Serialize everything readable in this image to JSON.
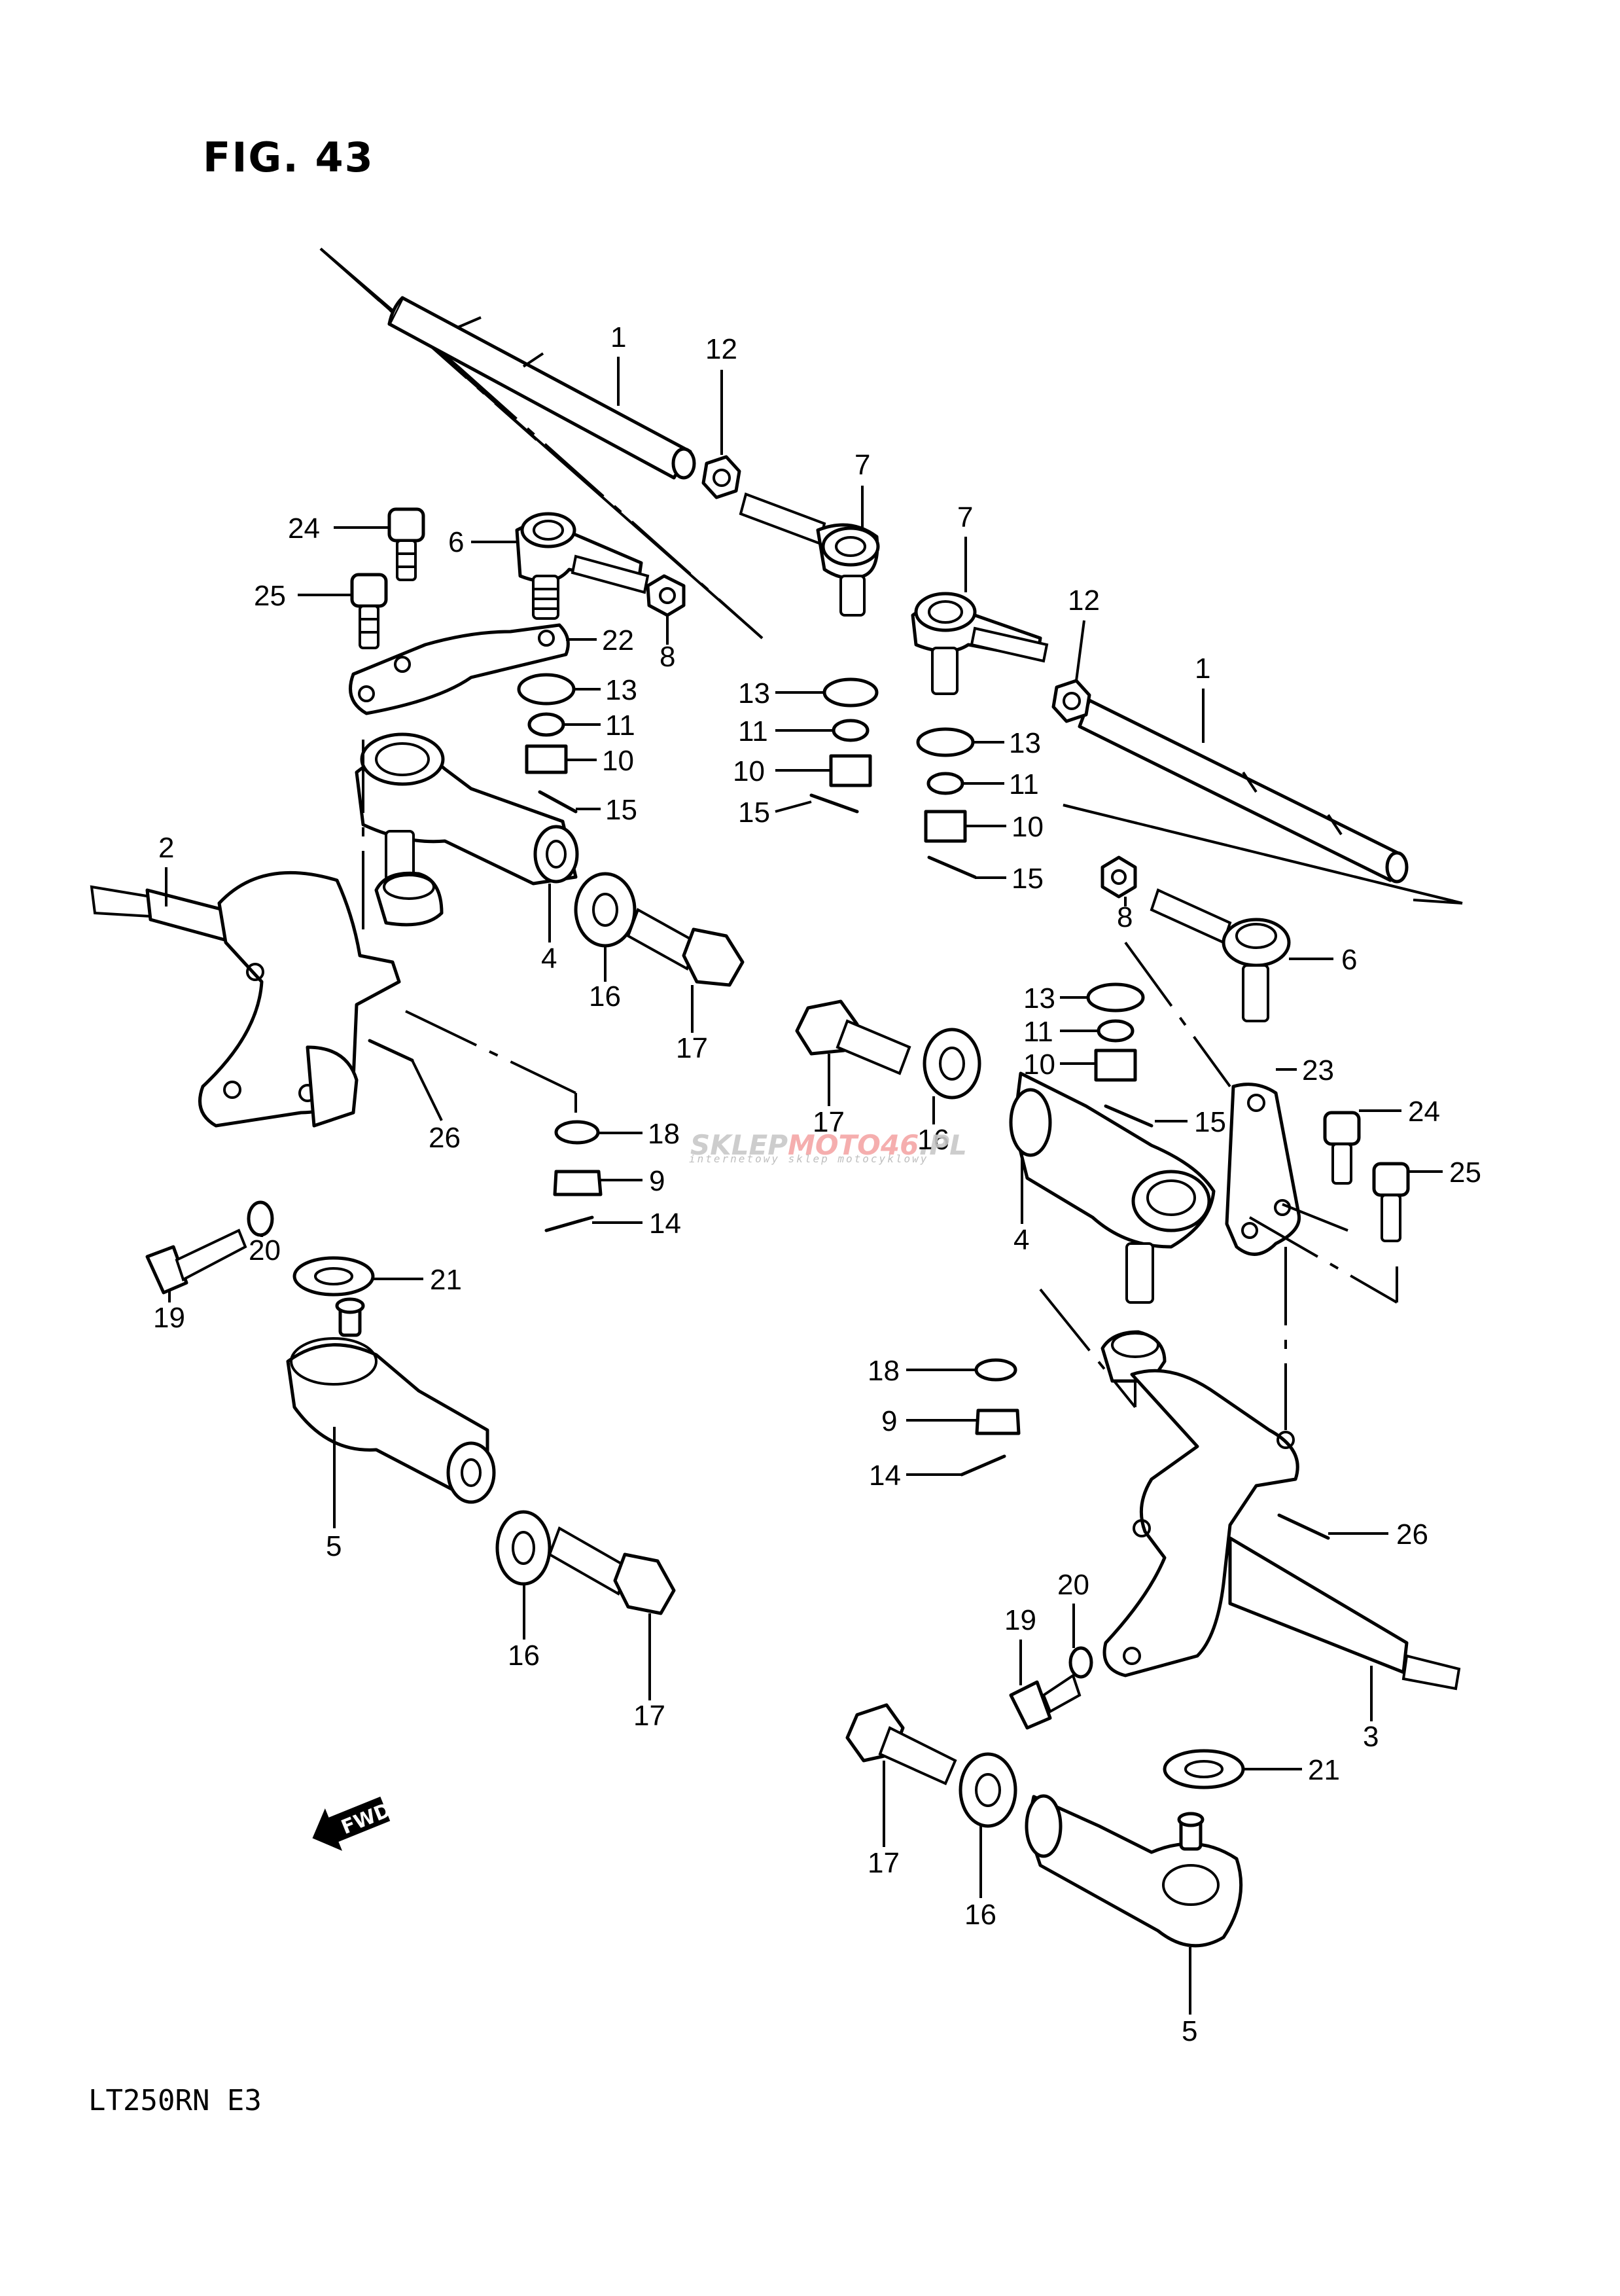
{
  "figure": {
    "title": "FIG. 43",
    "model_code": "LT250RN E3",
    "direction_badge": "FWD"
  },
  "watermark": {
    "part1": "SKLEP",
    "part2": "MOTO",
    "part3": "46",
    "part4": ".PL",
    "tagline": "internetowy sklep motocyklowy",
    "colors": {
      "grey": "#c8c8c8",
      "red": "#f4a6a6"
    }
  },
  "callouts": {
    "tie_rod_left": "1",
    "tie_rod_right": "1",
    "knuckle_left": "2",
    "knuckle_right": "3",
    "drag_rod_end_left": "4",
    "drag_rod_end_right": "4",
    "rod_end_lower_left": "5",
    "rod_end_lower_right": "5",
    "tie_rod_end_left": "6",
    "tie_rod_end_right": "6",
    "tie_rod_end_mid_left": "7",
    "tie_rod_end_mid_right": "7",
    "nut_left": "8",
    "nut_right": "8",
    "castle_nut_left": "9",
    "castle_nut_right": "9",
    "nut10_a": "10",
    "nut10_b": "10",
    "nut10_c": "10",
    "nut10_d": "10",
    "washer11_a": "11",
    "washer11_b": "11",
    "washer11_c": "11",
    "washer11_d": "11",
    "nut12_left": "12",
    "nut12_right": "12",
    "washer13_a": "13",
    "washer13_b": "13",
    "washer13_c": "13",
    "washer13_d": "13",
    "cotter14_left": "14",
    "cotter14_right": "14",
    "cotter15_a": "15",
    "cotter15_b": "15",
    "cotter15_c": "15",
    "cotter15_d": "15",
    "spacer16_a": "16",
    "spacer16_b": "16",
    "spacer16_c": "16",
    "spacer16_d": "16",
    "bolt17_a": "17",
    "bolt17_b": "17",
    "bolt17_c": "17",
    "bolt17_d": "17",
    "washer18_left": "18",
    "washer18_right": "18",
    "bolt19_left": "19",
    "bolt19_right": "19",
    "washer20_left": "20",
    "washer20_right": "20",
    "washer21_left": "21",
    "washer21_right": "21",
    "plate22": "22",
    "plate23": "23",
    "bolt24_left": "24",
    "bolt24_right": "24",
    "bolt25_left": "25",
    "bolt25_right": "25",
    "pin26_left": "26",
    "pin26_right": "26"
  }
}
